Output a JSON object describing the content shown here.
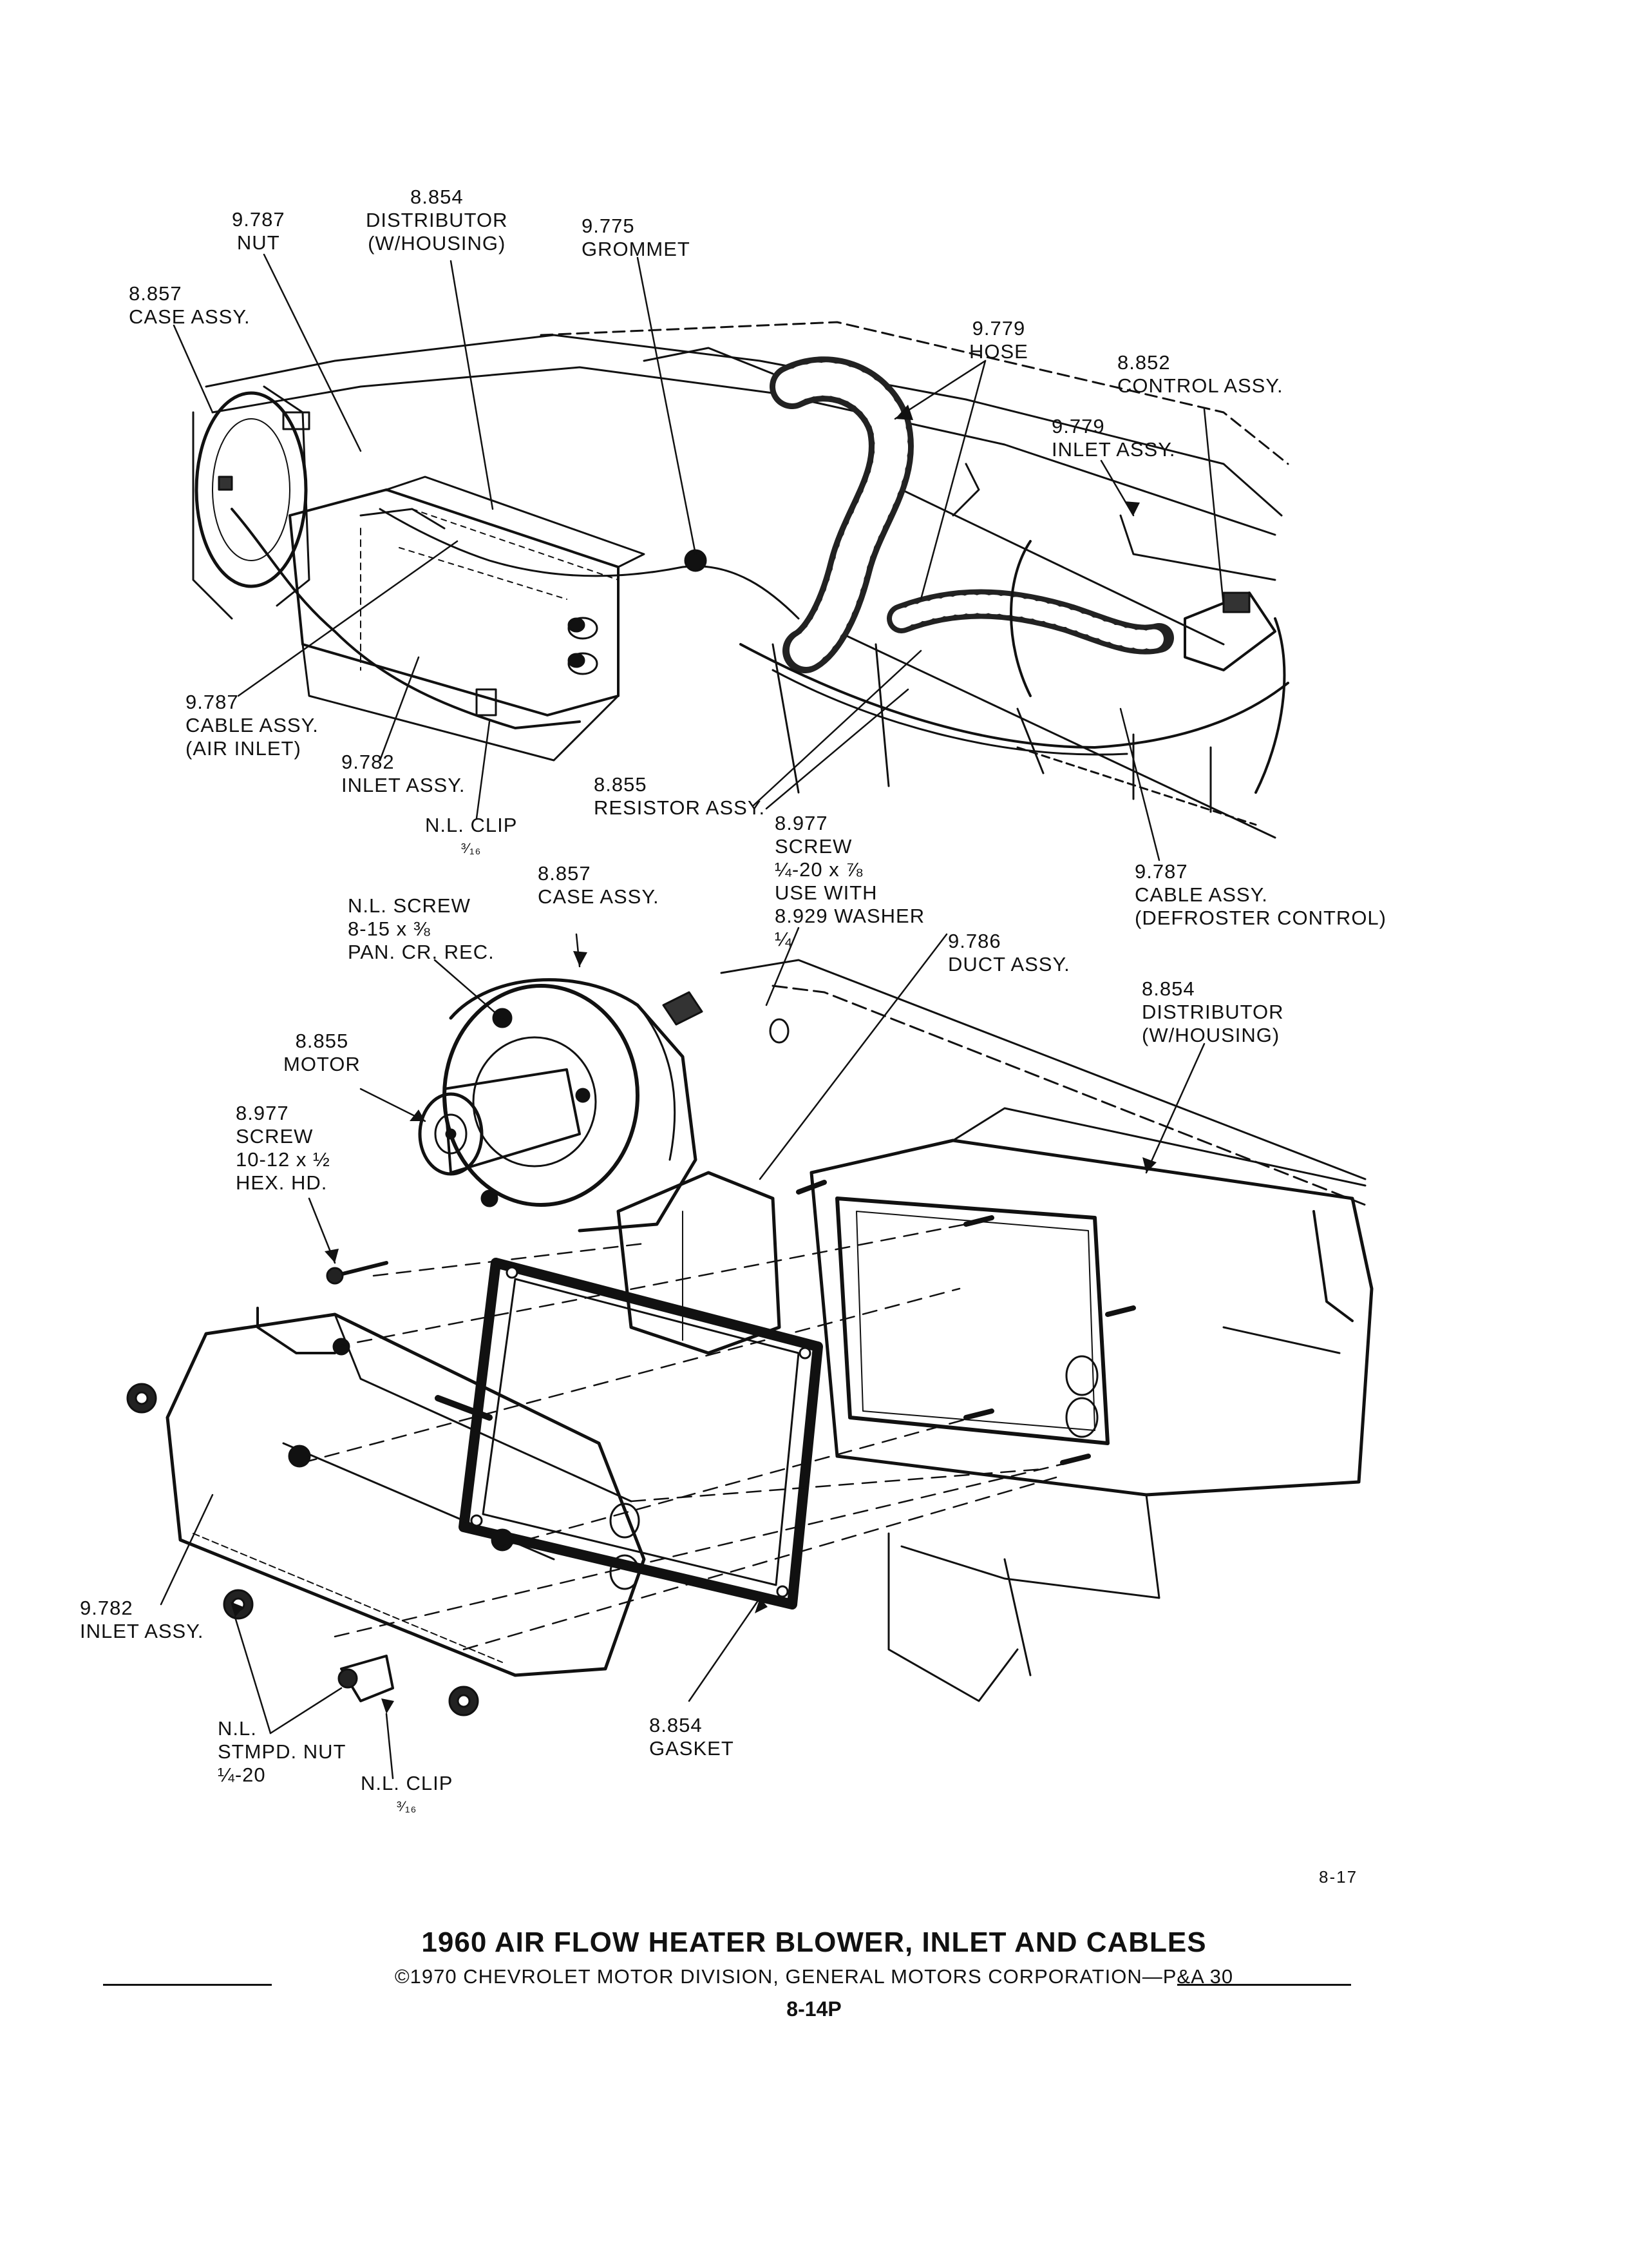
{
  "labels": {
    "top_nut": [
      "9.787",
      "NUT"
    ],
    "top_distributor": [
      "8.854",
      "DISTRIBUTOR",
      "(W/HOUSING)"
    ],
    "top_grommet": [
      "9.775",
      "GROMMET"
    ],
    "top_case": [
      "8.857",
      "CASE ASSY."
    ],
    "top_hose": [
      "9.779",
      "HOSE"
    ],
    "top_control": [
      "8.852",
      "CONTROL ASSY."
    ],
    "top_inlet_779": [
      "9.779",
      "INLET ASSY."
    ],
    "top_cable_air": [
      "9.787",
      "CABLE ASSY.",
      "(AIR INLET)"
    ],
    "top_inlet_782": [
      "9.782",
      "INLET ASSY."
    ],
    "top_clip": [
      "N.L. CLIP",
      "³⁄₁₆"
    ],
    "top_resistor": [
      "8.855",
      "RESISTOR ASSY."
    ],
    "mid_screw_977": [
      "8.977",
      "SCREW",
      "¼-20 x ⅞",
      "USE WITH",
      "8.929 WASHER",
      "¼"
    ],
    "mid_cable_def": [
      "9.787",
      "CABLE ASSY.",
      "(DEFROSTER CONTROL)"
    ],
    "mid_case": [
      "8.857",
      "CASE ASSY."
    ],
    "mid_nl_screw": [
      "N.L. SCREW",
      "8-15 x ⅜",
      "PAN. CR. REC."
    ],
    "mid_duct": [
      "9.786",
      "DUCT ASSY."
    ],
    "mid_distributor": [
      "8.854",
      "DISTRIBUTOR",
      "(W/HOUSING)"
    ],
    "mid_motor": [
      "8.855",
      "MOTOR"
    ],
    "mid_screw_hex": [
      "8.977",
      "SCREW",
      "10-12 x ½",
      "HEX. HD."
    ],
    "bot_inlet_782": [
      "9.782",
      "INLET ASSY."
    ],
    "bot_stmpd_nut": [
      "N.L.",
      "STMPD. NUT",
      "¼-20"
    ],
    "bot_clip": [
      "N.L. CLIP",
      "³⁄₁₆"
    ],
    "bot_gasket": [
      "8.854",
      "GASKET"
    ]
  },
  "footer": {
    "page_number": "8-17",
    "title": "1960 AIR FLOW HEATER BLOWER, INLET AND CABLES",
    "copyright": "©1970 CHEVROLET MOTOR DIVISION, GENERAL MOTORS CORPORATION—P&A 30",
    "page_id": "8-14P"
  }
}
